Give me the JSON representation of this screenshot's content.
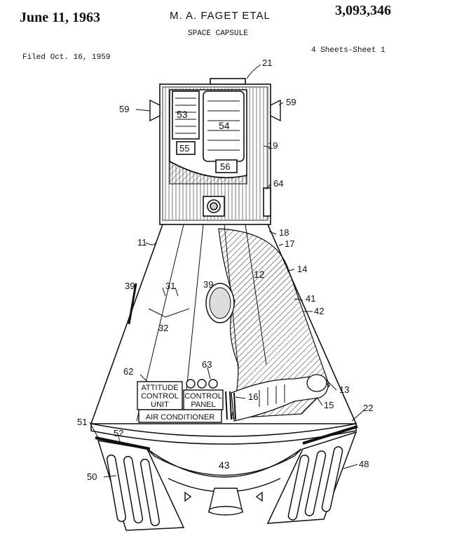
{
  "header": {
    "date": "June 11, 1963",
    "inventor": "M. A. FAGET ETAL",
    "patent_number": "3,093,346",
    "title": "SPACE CAPSULE",
    "filed": "Filed Oct. 16, 1959",
    "sheets": "4 Sheets-Sheet 1"
  },
  "boxes": {
    "attitude_line1": "ATTITUDE",
    "attitude_line2": "CONTROL",
    "attitude_line3": "UNIT",
    "control_line1": "CONTROL",
    "control_line2": "PANEL",
    "air_conditioner": "AIR CONDITIONER"
  },
  "labels": {
    "l11": "11",
    "l12": "12",
    "l13": "13",
    "l14": "14",
    "l15": "15",
    "l16": "16",
    "l17": "17",
    "l18": "18",
    "l19": "19",
    "l21": "21",
    "l22": "22",
    "l31": "31",
    "l32": "32",
    "l39a": "39",
    "l39b": "39",
    "l41": "41",
    "l42": "42",
    "l43": "43",
    "l48": "48",
    "l50": "50",
    "l51": "51",
    "l52": "52",
    "l53": "53",
    "l54": "54",
    "l55": "55",
    "l56": "56",
    "l59a": "59",
    "l59b": "59",
    "l62": "62",
    "l63": "63",
    "l64": "64"
  }
}
